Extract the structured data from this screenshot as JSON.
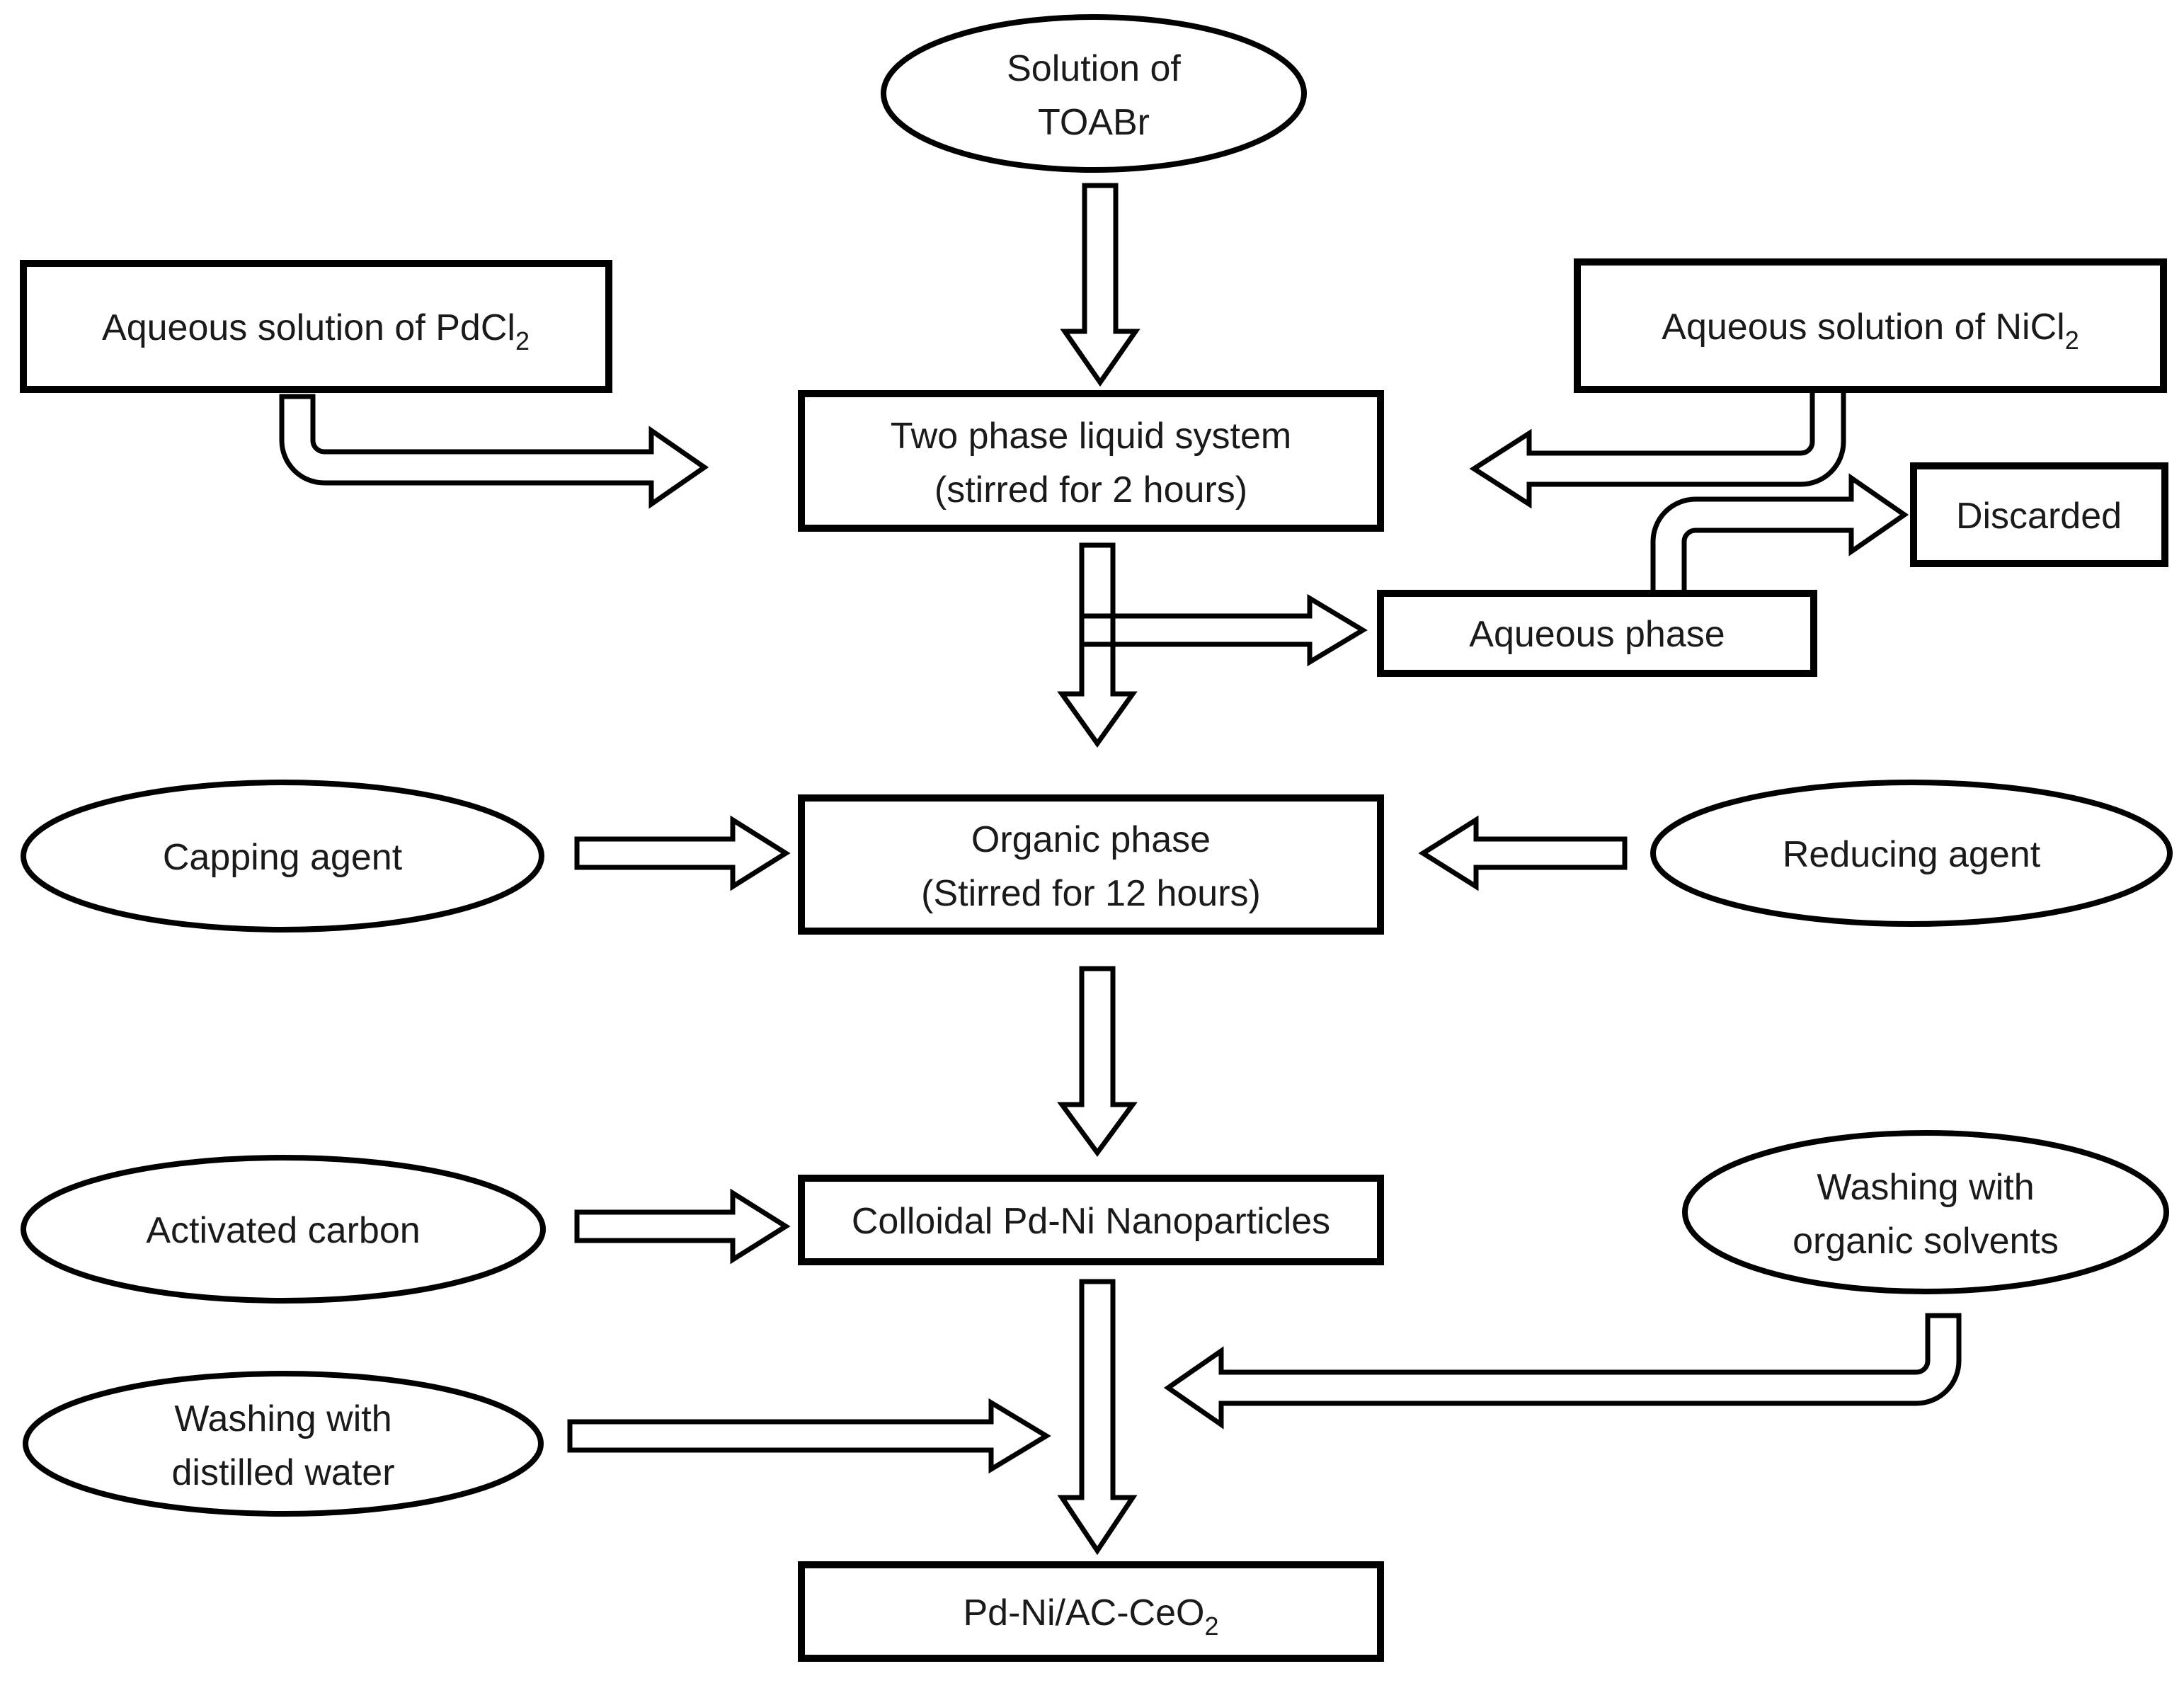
{
  "figure": {
    "type": "flowchart",
    "background_color": "#ffffff",
    "line_color": "#000000",
    "description": "Synthesis flowchart of Pd-Ni/AC-CeO2 catalyst"
  },
  "nodes": {
    "toabr": {
      "shape": "ellipse",
      "line1": "Solution of",
      "line2": "TOABr"
    },
    "pdcl2": {
      "shape": "rect",
      "label_base": "Aqueous solution of PdCl",
      "label_sub": "2"
    },
    "nicl2": {
      "shape": "rect",
      "label_base": "Aqueous solution of NiCl",
      "label_sub": "2"
    },
    "twophase": {
      "shape": "rect",
      "line1": "Two phase liquid system",
      "line2": "(stirred for 2 hours)"
    },
    "discarded": {
      "shape": "rect",
      "label": "Discarded"
    },
    "aqueous_phase": {
      "shape": "rect",
      "label": "Aqueous phase"
    },
    "capping": {
      "shape": "ellipse",
      "label": "Capping agent"
    },
    "organic": {
      "shape": "rect",
      "line1": "Organic phase",
      "line2": "(Stirred for 12 hours)"
    },
    "reducing": {
      "shape": "ellipse",
      "label": "Reducing agent"
    },
    "activated": {
      "shape": "ellipse",
      "label": "Activated carbon"
    },
    "colloidal": {
      "shape": "rect",
      "label": "Colloidal Pd-Ni Nanoparticles"
    },
    "washing_organic": {
      "shape": "ellipse",
      "line1": "Washing with",
      "line2": "organic solvents"
    },
    "washing_distilled": {
      "shape": "ellipse",
      "line1": "Washing with",
      "line2": "distilled water"
    },
    "pdni_ac_ceo2": {
      "shape": "rect",
      "label_base": "Pd-Ni/AC-CeO",
      "label_sub": "2"
    }
  },
  "edges": [
    {
      "from": "toabr",
      "to": "twophase",
      "style": "straight-down"
    },
    {
      "from": "pdcl2",
      "to": "twophase",
      "style": "elbow-down-right"
    },
    {
      "from": "nicl2",
      "to": "twophase",
      "style": "elbow-down-left"
    },
    {
      "from": "twophase",
      "to": "organic",
      "style": "straight-down"
    },
    {
      "from": "twophase",
      "to": "aqueous_phase",
      "style": "branch-right"
    },
    {
      "from": "aqueous_phase",
      "to": "discarded",
      "style": "elbow-up-right"
    },
    {
      "from": "capping",
      "to": "organic",
      "style": "straight-right"
    },
    {
      "from": "reducing",
      "to": "organic",
      "style": "straight-left"
    },
    {
      "from": "organic",
      "to": "colloidal",
      "style": "straight-down"
    },
    {
      "from": "activated",
      "to": "colloidal",
      "style": "straight-right"
    },
    {
      "from": "colloidal",
      "to": "pdni_ac_ceo2",
      "style": "straight-down"
    },
    {
      "from": "washing_organic",
      "to": "pdni_ac_ceo2",
      "style": "elbow-down-left"
    },
    {
      "from": "washing_distilled",
      "to": "pdni_ac_ceo2",
      "style": "straight-right"
    }
  ]
}
